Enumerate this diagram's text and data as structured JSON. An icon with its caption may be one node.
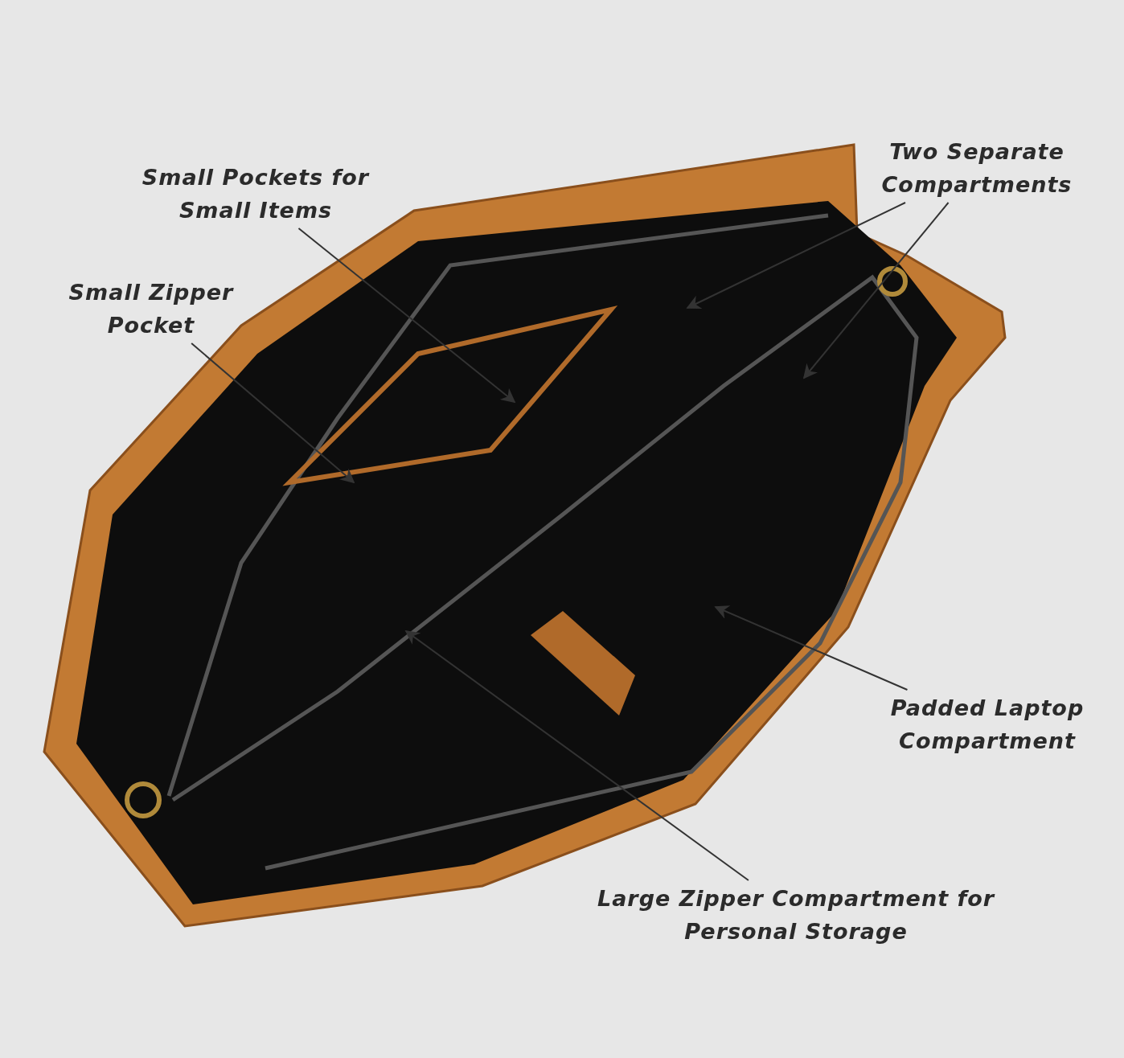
{
  "diagram": {
    "nodes": [
      {
        "text": [
          "Two Separate Compartments"
        ]
      },
      {
        "text": [
          "Small Pockets for Small Items"
        ]
      },
      {
        "text": [
          "Small Zipper Pocket"
        ]
      },
      {
        "text": [
          "Padded Laptop Compartment"
        ]
      },
      {
        "text": [
          "Large Zipper Compartment for Personal Storage"
        ]
      }
    ],
    "edges": [
      {
        "from": 0,
        "to": null,
        "arrow": "to"
      },
      {
        "from": 0,
        "to": null,
        "arrow": "to"
      },
      {
        "from": 1,
        "to": null,
        "arrow": "to"
      },
      {
        "from": 2,
        "to": null,
        "arrow": "to"
      },
      {
        "from": 3,
        "to": null,
        "arrow": "to"
      },
      {
        "from": 4,
        "to": null,
        "arrow": "to"
      }
    ]
  }
}
